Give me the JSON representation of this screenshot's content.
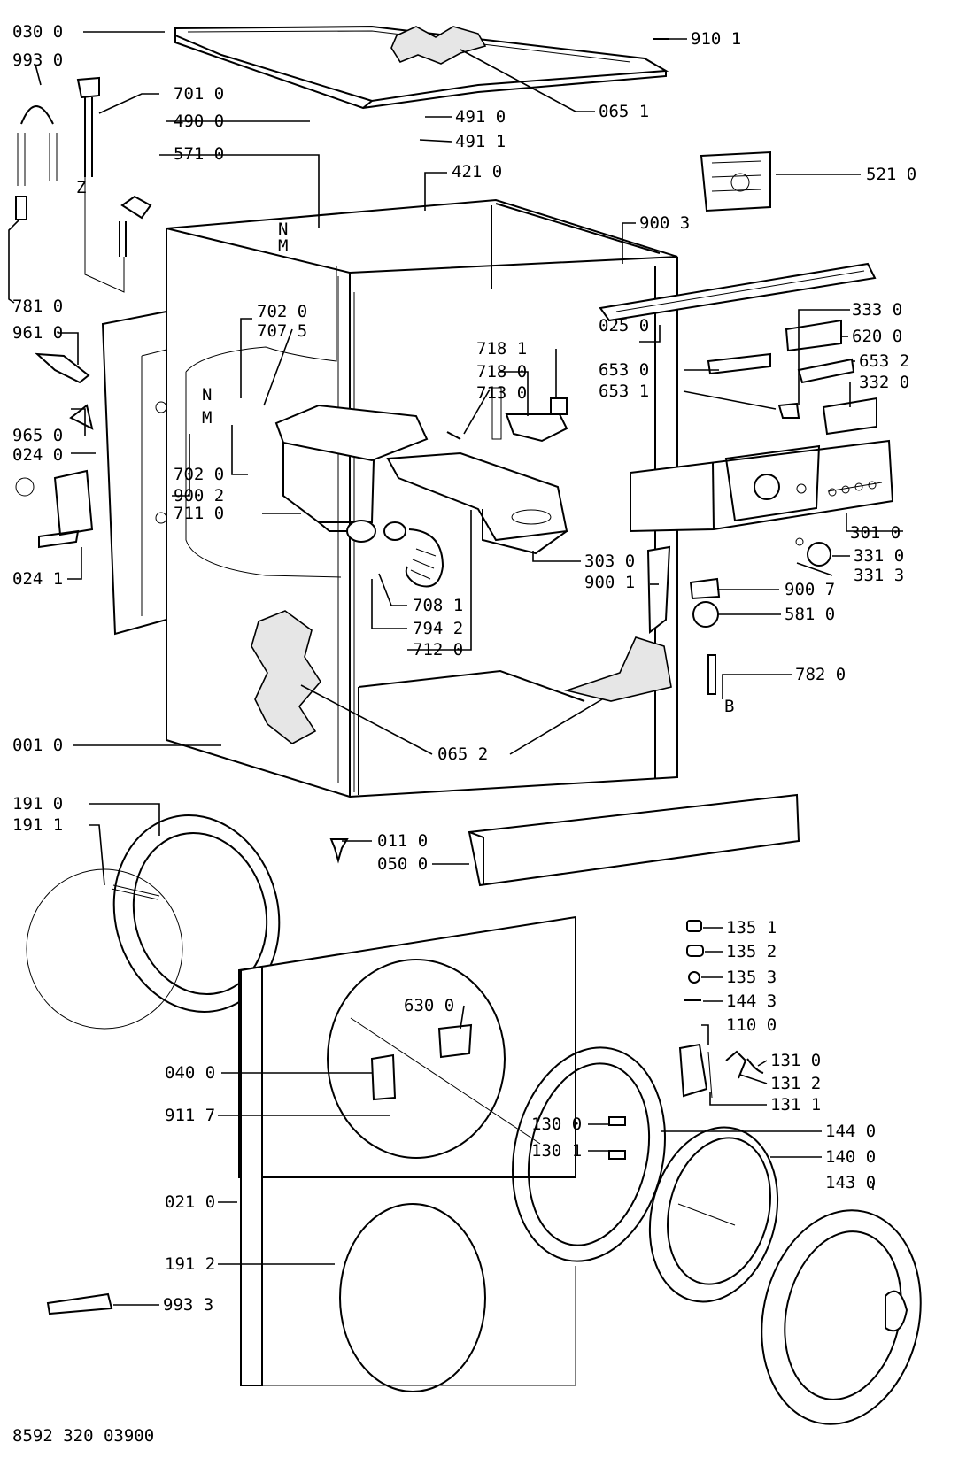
{
  "drawing_number": "8592 320 03900",
  "labels": [
    {
      "id": "030-0",
      "text": "030 0"
    },
    {
      "id": "993-0",
      "text": "993 0"
    },
    {
      "id": "701-0",
      "text": "701 0"
    },
    {
      "id": "490-0",
      "text": "490 0"
    },
    {
      "id": "491-0",
      "text": "491 0"
    },
    {
      "id": "491-1",
      "text": "491 1"
    },
    {
      "id": "571-0",
      "text": "571 0"
    },
    {
      "id": "421-0",
      "text": "421 0"
    },
    {
      "id": "910-1",
      "text": "910 1"
    },
    {
      "id": "065-1",
      "text": "065 1"
    },
    {
      "id": "521-0",
      "text": "521 0"
    },
    {
      "id": "900-3",
      "text": "900 3"
    },
    {
      "id": "781-0",
      "text": "781 0"
    },
    {
      "id": "961-0",
      "text": "961 0"
    },
    {
      "id": "702-0a",
      "text": "702 0"
    },
    {
      "id": "707-5",
      "text": "707 5"
    },
    {
      "id": "718-1",
      "text": "718 1"
    },
    {
      "id": "718-0",
      "text": "718 0"
    },
    {
      "id": "713-0",
      "text": "713 0"
    },
    {
      "id": "333-0",
      "text": "333 0"
    },
    {
      "id": "025-0",
      "text": "025 0"
    },
    {
      "id": "620-0",
      "text": "620 0"
    },
    {
      "id": "653-0",
      "text": "653 0"
    },
    {
      "id": "653-2",
      "text": "653 2"
    },
    {
      "id": "653-1",
      "text": "653 1"
    },
    {
      "id": "332-0",
      "text": "332 0"
    },
    {
      "id": "965-0",
      "text": "965 0"
    },
    {
      "id": "024-0",
      "text": "024 0"
    },
    {
      "id": "702-0b",
      "text": "702 0"
    },
    {
      "id": "900-2",
      "text": "900 2"
    },
    {
      "id": "711-0",
      "text": "711 0"
    },
    {
      "id": "301-0",
      "text": "301 0"
    },
    {
      "id": "331-0",
      "text": "331 0"
    },
    {
      "id": "331-3",
      "text": "331 3"
    },
    {
      "id": "024-1",
      "text": "024 1"
    },
    {
      "id": "303-0",
      "text": "303 0"
    },
    {
      "id": "900-1",
      "text": "900 1"
    },
    {
      "id": "900-7",
      "text": "900 7"
    },
    {
      "id": "708-1",
      "text": "708 1"
    },
    {
      "id": "581-0",
      "text": "581 0"
    },
    {
      "id": "794-2",
      "text": "794 2"
    },
    {
      "id": "712-0",
      "text": "712 0"
    },
    {
      "id": "782-0",
      "text": "782 0"
    },
    {
      "id": "001-0",
      "text": "001 0"
    },
    {
      "id": "065-2",
      "text": "065 2"
    },
    {
      "id": "191-0",
      "text": "191 0"
    },
    {
      "id": "191-1",
      "text": "191 1"
    },
    {
      "id": "011-0",
      "text": "011 0"
    },
    {
      "id": "050-0",
      "text": "050 0"
    },
    {
      "id": "135-1",
      "text": "135 1"
    },
    {
      "id": "135-2",
      "text": "135 2"
    },
    {
      "id": "135-3",
      "text": "135 3"
    },
    {
      "id": "144-3",
      "text": "144 3"
    },
    {
      "id": "630-0",
      "text": "630 0"
    },
    {
      "id": "110-0",
      "text": "110 0"
    },
    {
      "id": "040-0",
      "text": "040 0"
    },
    {
      "id": "131-0",
      "text": "131 0"
    },
    {
      "id": "131-2",
      "text": "131 2"
    },
    {
      "id": "131-1",
      "text": "131 1"
    },
    {
      "id": "911-7",
      "text": "911 7"
    },
    {
      "id": "130-0",
      "text": "130 0"
    },
    {
      "id": "144-0",
      "text": "144 0"
    },
    {
      "id": "130-1",
      "text": "130 1"
    },
    {
      "id": "140-0",
      "text": "140 0"
    },
    {
      "id": "143-0",
      "text": "143 0"
    },
    {
      "id": "021-0",
      "text": "021 0"
    },
    {
      "id": "191-2",
      "text": "191 2"
    },
    {
      "id": "993-3",
      "text": "993 3"
    }
  ],
  "letters": {
    "n_top": "N",
    "m_top": "M",
    "n_mid": "N",
    "m_mid": "M",
    "z": "Z",
    "b": "B"
  }
}
